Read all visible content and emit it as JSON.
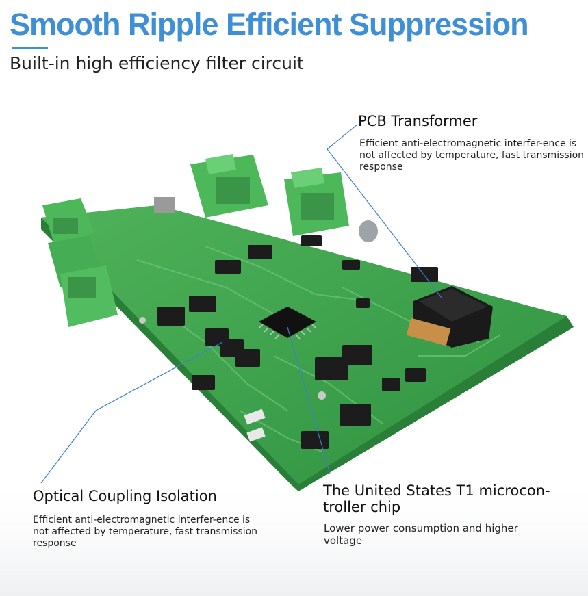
{
  "header": {
    "title": "Smooth Ripple Efficient Suppression",
    "subtitle": "Built-in high efficiency filter circuit"
  },
  "callouts": {
    "pcb_transformer": {
      "title": "PCB Transformer",
      "description": "Efficient anti-electromagnetic interfer-ence is not affected by temperature, fast transmission response"
    },
    "optical_coupling": {
      "title": "Optical Coupling Isolation",
      "description": "Efficient anti-electromagnetic interfer-ence is not affected by temperature, fast transmission response"
    },
    "microcontroller": {
      "title": "The United States T1 microcon-troller chip",
      "description": "Lower power consumption and higher voltage"
    }
  },
  "colors": {
    "accent": "#3f8fd6",
    "board_green": "#3aa24a",
    "connector_green": "#4cb85a",
    "chip_black": "#1c1c1c",
    "leader_line": "#3f7fd0"
  }
}
